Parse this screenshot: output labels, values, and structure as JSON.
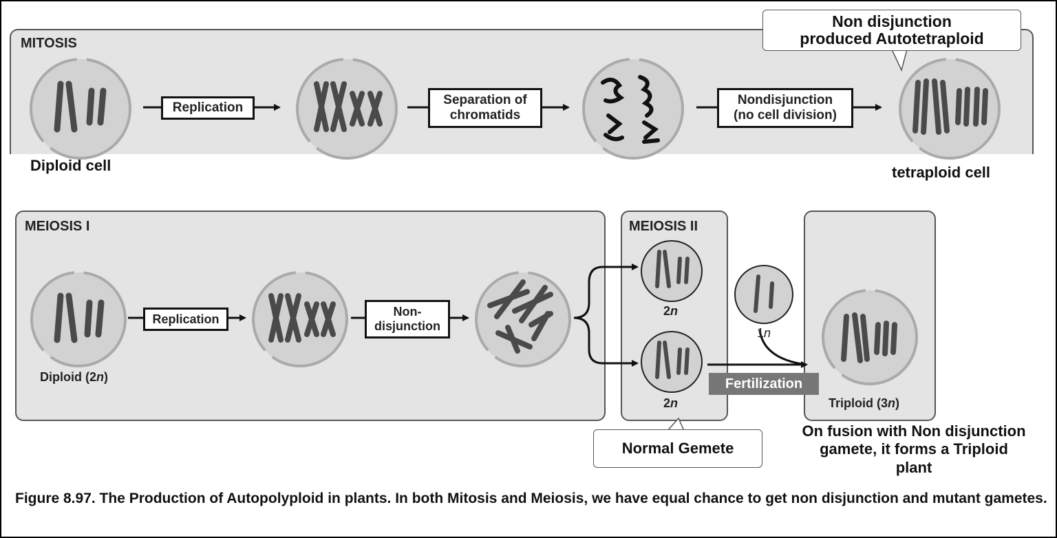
{
  "mitosis": {
    "title": "MITOSIS",
    "step_replication": "Replication",
    "step_separation_line1": "Separation of",
    "step_separation_line2": "chromatids",
    "step_nondisjunction_line1": "Nondisjunction",
    "step_nondisjunction_line2": "(no cell division)",
    "label_start": "Diploid cell",
    "label_end": "tetraploid cell",
    "callout_line1": "Non disjunction",
    "callout_line2": "produced Autotetraploid"
  },
  "meiosis1": {
    "title": "MEIOSIS I",
    "step_replication": "Replication",
    "step_nondisjunction_line1": "Non-",
    "step_nondisjunction_line2": "disjunction",
    "label_start_prefix": "Diploid (2",
    "label_start_n": "n",
    "label_start_suffix": ")"
  },
  "meiosis2": {
    "title": "MEIOSIS II",
    "gamete_top_num": "2",
    "gamete_top_n": "n",
    "gamete_bottom_num": "2",
    "gamete_bottom_n": "n",
    "callout": "Normal Gemete"
  },
  "fertilization": {
    "label": "Fertilization",
    "haploid_num": "1",
    "haploid_n": "n"
  },
  "triploid": {
    "label_prefix": "Triploid (3",
    "label_n": "n",
    "label_suffix": ")",
    "note_line1": "On fusion with Non disjunction",
    "note_line2": "gamete, it forms a Triploid",
    "note_line3": "plant"
  },
  "caption": "Figure 8.97. The Production of Autopolyploid in plants. In both Mitosis and Meiosis, we have equal chance to get non disjunction and mutant gametes.",
  "colors": {
    "panel_fill": "#e4e4e4",
    "cell_fill": "#d2d2d2",
    "chromosome": "#4a4a4a",
    "fertilization_fill": "#777777"
  }
}
